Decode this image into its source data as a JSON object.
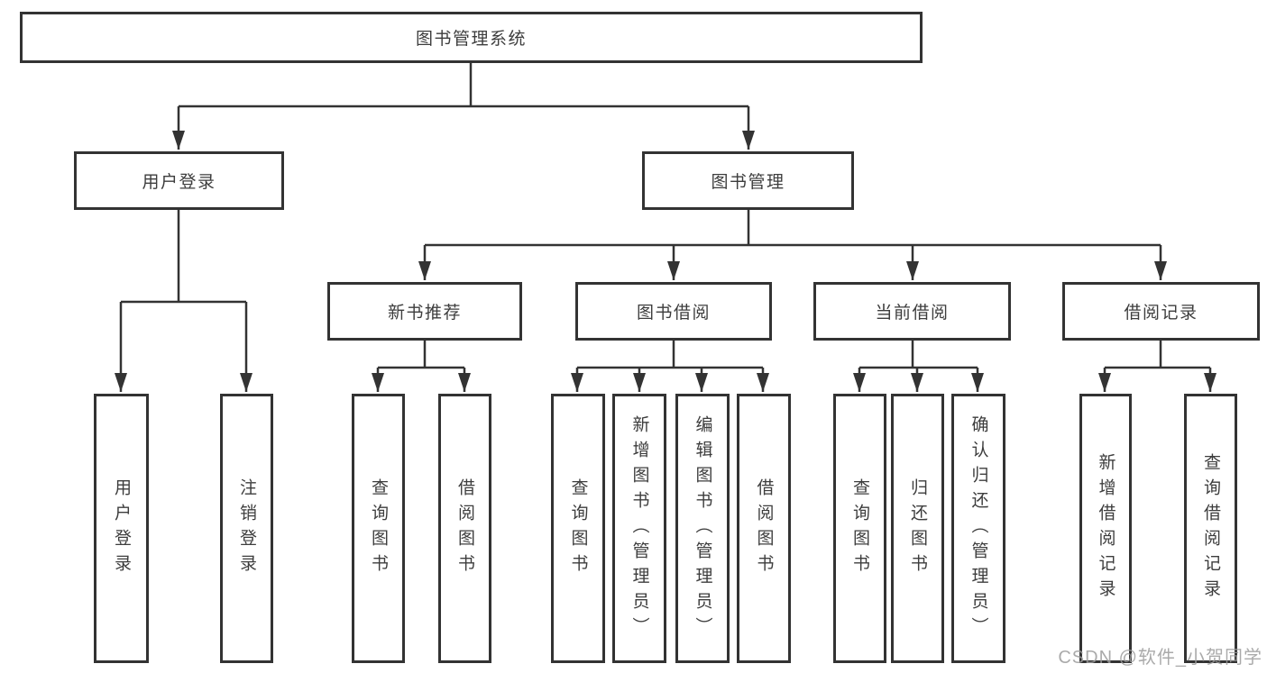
{
  "tree": {
    "root": {
      "label": "图书管理系统"
    },
    "level2": [
      {
        "label": "用户登录",
        "children": [
          "用户登录",
          "注销登录"
        ]
      },
      {
        "label": "图书管理",
        "groups": [
          {
            "label": "新书推荐",
            "children": [
              "查询图书",
              "借阅图书"
            ]
          },
          {
            "label": "图书借阅",
            "children": [
              "查询图书",
              "新增图书（管理员）",
              "编辑图书（管理员）",
              "借阅图书"
            ]
          },
          {
            "label": "当前借阅",
            "children": [
              "查询图书",
              "归还图书",
              "确认归还（管理员）"
            ]
          },
          {
            "label": "借阅记录",
            "children": [
              "新增借阅记录",
              "查询借阅记录"
            ]
          }
        ]
      }
    ]
  },
  "watermark": "CSDN @软件_小贺同学",
  "colors": {
    "line": "#333333",
    "box_border": "#333333",
    "text": "#3d3d3d",
    "watermark": "#9c9c9c",
    "background": "#ffffff"
  }
}
